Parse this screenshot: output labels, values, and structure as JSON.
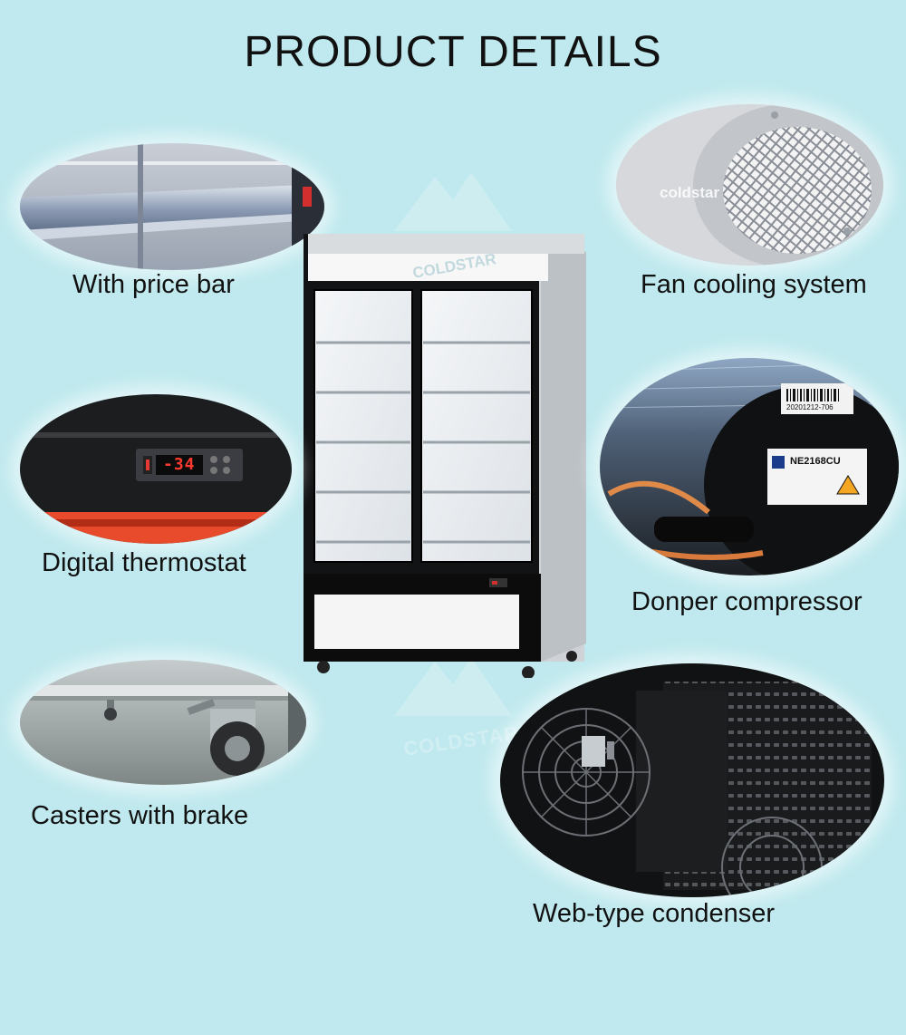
{
  "heading": "PRODUCT DETAILS",
  "features": {
    "price_bar": "With price bar",
    "fan_cooling": "Fan cooling system",
    "thermostat": "Digital thermostat",
    "compressor": "Donper compressor",
    "casters": "Casters with brake",
    "condenser": "Web-type condenser"
  },
  "fridge": {
    "brand_logo": "COLDSTAR"
  },
  "fan_photo": {
    "brand_text": "coldstar"
  },
  "thermostat_display": {
    "reading": "-34"
  },
  "compressor_label": {
    "barcode_text": "20201212-706",
    "model": "NE2168CU"
  },
  "watermark": {
    "text": "COLDSTAR"
  }
}
